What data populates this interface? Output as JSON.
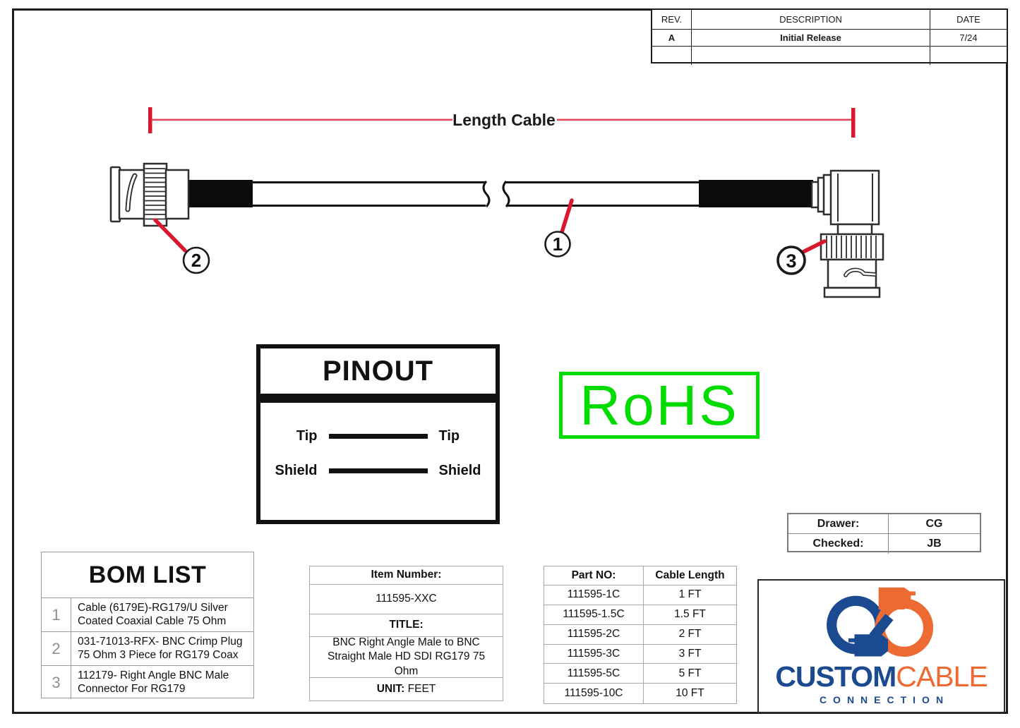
{
  "colors": {
    "accent_red": "#d9182f",
    "rohs_green": "#00dc00",
    "logo_blue": "#1b4a91",
    "logo_orange": "#ee6a33"
  },
  "revision_table": {
    "headers": [
      "REV.",
      "DESCRIPTION",
      "DATE"
    ],
    "rows": [
      {
        "rev": "A",
        "description": "Initial Release",
        "date": "7/24"
      },
      {
        "rev": "",
        "description": "",
        "date": ""
      }
    ]
  },
  "diagram": {
    "dimension_label": "Length Cable",
    "callout_1": "1",
    "callout_2": "2",
    "callout_3": "3"
  },
  "pinout": {
    "title": "PINOUT",
    "rows": [
      {
        "left": "Tip",
        "right": "Tip"
      },
      {
        "left": "Shield",
        "right": "Shield"
      }
    ]
  },
  "rohs_label": "RoHS",
  "approval": {
    "drawer_label": "Drawer:",
    "drawer_value": "CG",
    "checked_label": "Checked:",
    "checked_value": "JB"
  },
  "bom": {
    "title": "BOM LIST",
    "items": [
      {
        "num": "1",
        "desc": "Cable (6179E)-RG179/U Silver Coated Coaxial Cable 75 Ohm"
      },
      {
        "num": "2",
        "desc": "031-71013-RFX- BNC Crimp Plug 75 Ohm 3 Piece for RG179 Coax"
      },
      {
        "num": "3",
        "desc": "112179- Right Angle BNC Male Connector For RG179"
      }
    ]
  },
  "item_info": {
    "item_number_label": "Item Number:",
    "item_number": "111595-XXC",
    "title_label": "TITLE:",
    "title": "BNC Right Angle Male to BNC Straight Male HD SDI RG179 75 Ohm",
    "unit_label": "UNIT:",
    "unit": "FEET"
  },
  "part_table": {
    "headers": [
      "Part NO:",
      "Cable Length"
    ],
    "rows": [
      {
        "part": "111595-1C",
        "length": "1 FT"
      },
      {
        "part": "111595-1.5C",
        "length": "1.5 FT"
      },
      {
        "part": "111595-2C",
        "length": "2 FT"
      },
      {
        "part": "111595-3C",
        "length": "3 FT"
      },
      {
        "part": "111595-5C",
        "length": "5 FT"
      },
      {
        "part": "111595-10C",
        "length": "10 FT"
      }
    ]
  },
  "logo": {
    "custom": "CUSTOM",
    "cable": "CABLE",
    "connection": "CONNECTION"
  }
}
